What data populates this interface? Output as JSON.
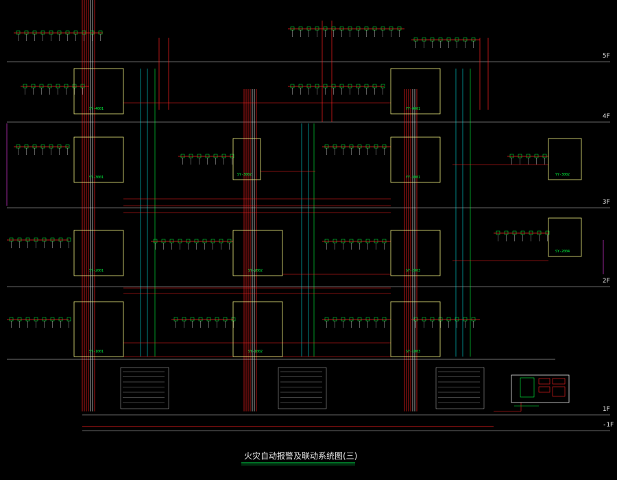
{
  "title": "火灾自动报警及联动系统图(三)",
  "floors": [
    "5F",
    "4F",
    "3F",
    "2F",
    "1F",
    "-1F"
  ],
  "panels": [
    {
      "label": "SY-4001"
    },
    {
      "label": "YY-4001"
    },
    {
      "label": "SY-3001"
    },
    {
      "label": "SY-3002"
    },
    {
      "label": "YY-3001"
    },
    {
      "label": "YY-3002"
    },
    {
      "label": "SY-2001"
    },
    {
      "label": "SY-2002"
    },
    {
      "label": "SY-2003"
    },
    {
      "label": "SY-2004"
    },
    {
      "label": "SY-1001"
    },
    {
      "label": "SY-1002"
    },
    {
      "label": "SY-1003"
    }
  ],
  "colors": {
    "background": "#000000",
    "floor_line": "#d0d0d0",
    "bus_red": "#ff2020",
    "bus_cyan": "#00e0e0",
    "bus_green": "#00ff40",
    "bus_white": "#e8e8e8",
    "panel_border": "#f0f080",
    "magenta": "#ff40ff",
    "title_underline": "#00c040"
  }
}
